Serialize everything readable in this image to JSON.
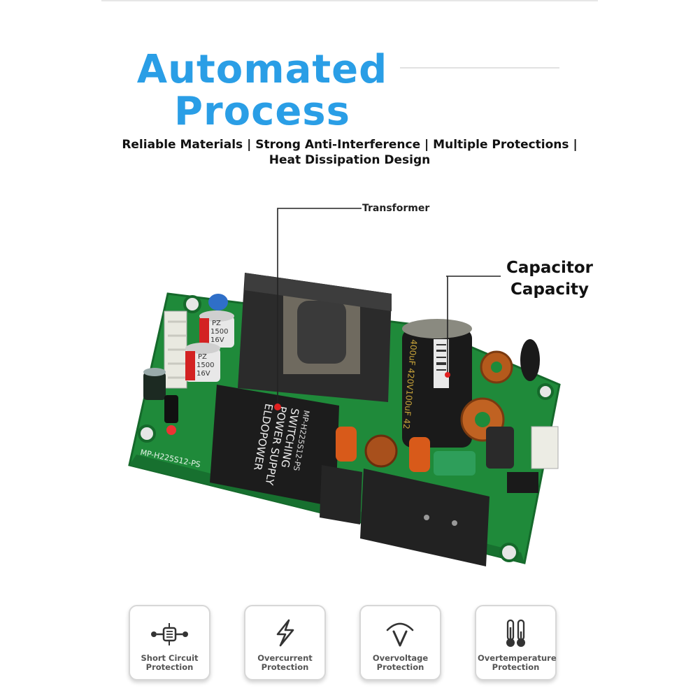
{
  "header": {
    "title_line1": "Automated",
    "title_line2": "Process",
    "subtitle_line1": "Reliable Materials | Strong Anti-Interference | Multiple Protections |",
    "subtitle_line2": "Heat Dissipation Design"
  },
  "callouts": {
    "transformer": "Transformer",
    "capacitor_line1": "Capacitor",
    "capacitor_line2": "Capacity"
  },
  "board_print": {
    "module_brand": "ELDOPOWER",
    "module_line2": "SWITCHING",
    "module_line3": "POWER SUPPLY",
    "module_model": "MP-H225S12-PS",
    "cap1_brand": "PZ",
    "cap1_value": "1500",
    "cap1_voltage": "16V",
    "cap2_brand": "PZ",
    "cap2_value": "1500",
    "cap2_voltage": "16V",
    "big_cap_text": "400uF 420V100uF 42",
    "pcb_model": "MP-H225S12-PS"
  },
  "features": [
    {
      "icon": "short-circuit-icon",
      "line1": "Short Circuit",
      "line2": "Protection"
    },
    {
      "icon": "lightning-icon",
      "line1": "Overcurrent",
      "line2": "Protection"
    },
    {
      "icon": "overvoltage-icon",
      "line1": "Overvoltage",
      "line2": "Protection"
    },
    {
      "icon": "thermometer-icon",
      "line1": "Overtemperature",
      "line2": "Protection"
    }
  ],
  "colors": {
    "title_blue": "#2a9ee6",
    "pcb_green": "#1f8a3a",
    "callout_dot": "#e02020"
  }
}
